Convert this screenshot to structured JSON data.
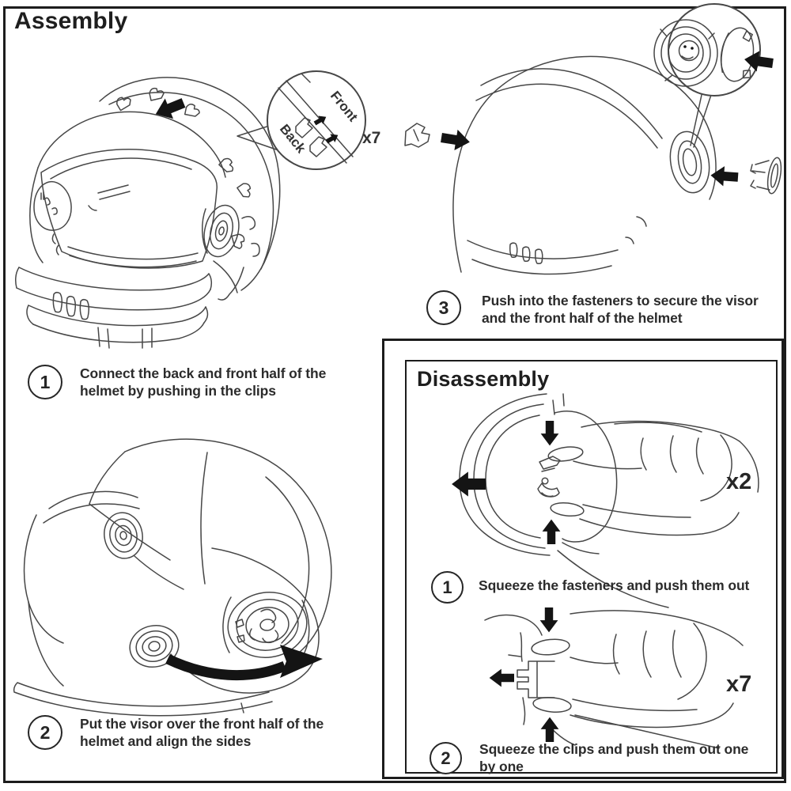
{
  "assembly": {
    "title": "Assembly",
    "magnifier": {
      "front": "Front",
      "back": "Back",
      "count": "x7"
    },
    "step1": {
      "num": "1",
      "line1": "Connect the back and front half of the",
      "line2": "helmet by pushing in the clips"
    },
    "step2": {
      "num": "2",
      "line1": "Put the visor over the front half of the",
      "line2": "helmet and align the sides"
    },
    "step3": {
      "num": "3",
      "line1": "Push into the fasteners to secure the visor",
      "line2": "and the front half of the helmet"
    }
  },
  "disassembly": {
    "title": "Disassembly",
    "step1": {
      "num": "1",
      "count": "x2",
      "line1": "Squeeze the fasteners and push them out"
    },
    "step2": {
      "num": "2",
      "count": "x7",
      "line1": "Squeeze the clips and push them out one",
      "line2": "by one"
    }
  },
  "colors": {
    "line": "#474747",
    "arrow": "#141414",
    "border": "#1c1c1c",
    "text": "#2b2b2b",
    "bg": "#ffffff"
  }
}
